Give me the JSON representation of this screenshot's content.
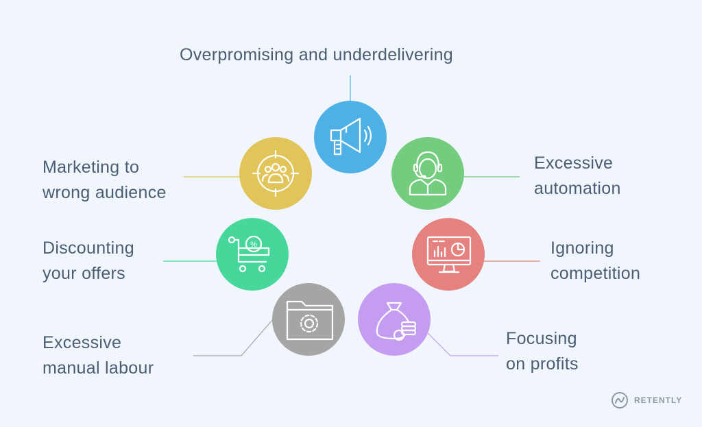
{
  "labels": {
    "top": "Overpromising and underdelivering",
    "marketing": "Marketing to\nwrong audience",
    "automation": "Excessive\nautomation",
    "discounting": "Discounting\nyour offers",
    "competition": "Ignoring\ncompetition",
    "manual": "Excessive\nmanual labour",
    "profits": "Focusing\non profits"
  },
  "brand": {
    "name": "RETENTLY"
  },
  "icons": {
    "top": "megaphone-icon",
    "marketing": "audience-target-icon",
    "automation": "support-agent-icon",
    "discounting": "discount-cart-icon",
    "competition": "dashboard-monitor-icon",
    "manual": "folder-gear-icon",
    "profits": "money-bag-icon"
  },
  "colors": {
    "top": "#4fb0e6",
    "marketing": "#e2c55a",
    "automation": "#74cd7e",
    "discounting": "#48d79b",
    "competition": "#e58280",
    "manual": "#a5a5a5",
    "profits": "#c49df0",
    "text": "#4a5d73"
  }
}
